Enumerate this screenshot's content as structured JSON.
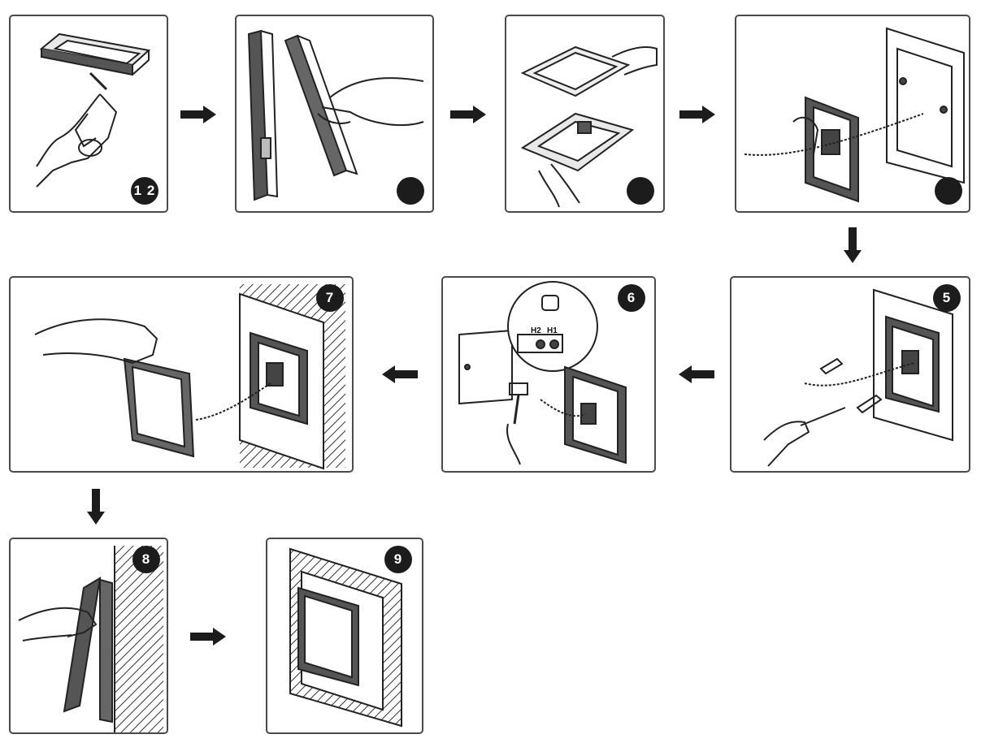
{
  "steps": [
    {
      "id": "step-1",
      "badge": "1 2"
    },
    {
      "id": "step-2",
      "badge": ""
    },
    {
      "id": "step-3",
      "badge": ""
    },
    {
      "id": "step-4",
      "badge": ""
    },
    {
      "id": "step-5",
      "badge": "5"
    },
    {
      "id": "step-6",
      "badge": "6",
      "terminal_labels": [
        "H2",
        "H1"
      ]
    },
    {
      "id": "step-7",
      "badge": "7"
    },
    {
      "id": "step-8",
      "badge": "8"
    },
    {
      "id": "step-9",
      "badge": "9"
    }
  ],
  "arrows": [
    "right",
    "right",
    "right",
    "down",
    "left",
    "left",
    "down",
    "right"
  ],
  "colors": {
    "ink": "#1c1c1c",
    "frame": "#4a4a4a",
    "paper": "#ffffff"
  }
}
